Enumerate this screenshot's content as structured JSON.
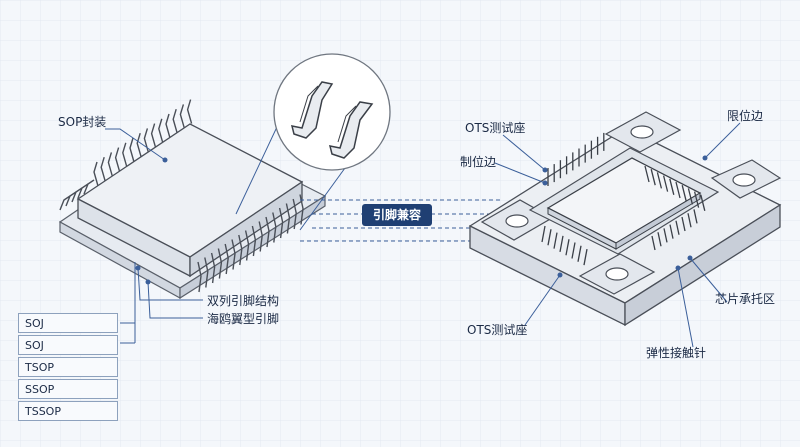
{
  "labels": {
    "sop_package": "SOP封装",
    "dual_pin_1": "双列引脚结构",
    "dual_pin_2": "海鸥翼型引脚",
    "pin_compatible": "引脚兼容",
    "ots_socket_top": "OTS测试座",
    "limit_edge": "限位边",
    "locating_edge": "制位边",
    "ots_socket_bottom": "OTS测试座",
    "chip_carrier": "芯片承托区",
    "spring_pins": "弹性接触针"
  },
  "package_types": [
    "SOJ",
    "SOJ",
    "TSOP",
    "SSOP",
    "TSSOP"
  ],
  "colors": {
    "background": "#f4f7fb",
    "accent": "#1f3f73",
    "line": "#3b5f9a",
    "outline": "#4a4f58"
  }
}
